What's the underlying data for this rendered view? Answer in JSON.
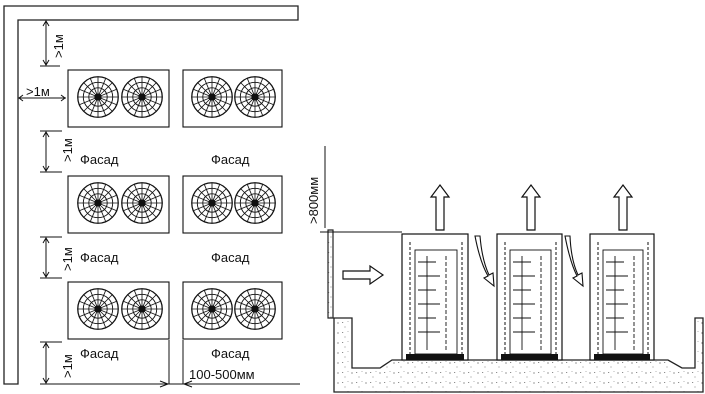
{
  "layout_plan": {
    "dim_wall_top": ">1м",
    "dim_wall_left": ">1м",
    "dim_gap_1": ">1м",
    "dim_gap_2": ">1м",
    "dim_front_bottom": ">1м",
    "dim_between_units": "100-500мм",
    "facade_labels": [
      "Фасад",
      "Фасад",
      "Фасад",
      "Фасад",
      "Фасад",
      "Фасад"
    ]
  },
  "side_view": {
    "dim_height_above": ">800мм"
  },
  "colors": {
    "line": "#111111",
    "background": "#ffffff"
  },
  "icons": {
    "fan": "fan-icon",
    "airflow_up": "arrow-up-icon",
    "airflow_in": "arrow-right-icon",
    "airflow_curved": "curved-arrow-icon"
  }
}
